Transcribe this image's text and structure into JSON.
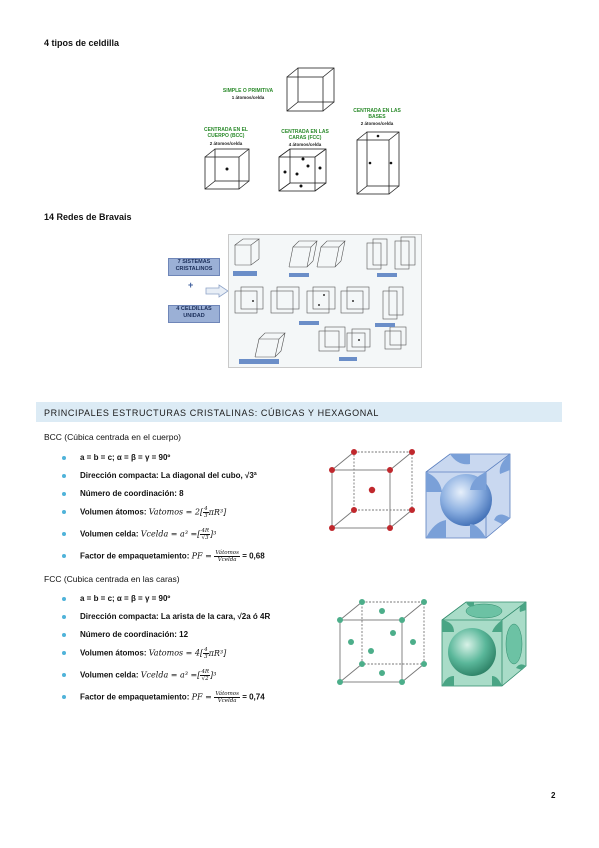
{
  "cell_types": {
    "heading": "4 tipos de celdilla",
    "simple": {
      "label": "SIMPLE O PRIMITIVA",
      "atoms": "1 átomos/celda"
    },
    "bcc": {
      "label": "CENTRADA EN EL CUERPO (BCC)",
      "atoms": "2 átomos/celda"
    },
    "fcc": {
      "label": "CENTRADA EN LAS CARAS (FCC)",
      "atoms": "4 átomos/celda"
    },
    "bases": {
      "label": "CENTRADA EN LAS BASES",
      "atoms": "2 átomos/celda"
    }
  },
  "bravais": {
    "heading": "14 Redes de Bravais",
    "box1": "7 SISTEMAS CRISTALINOS",
    "plus": "+",
    "box2": "4 CELDILLAS UNIDAD"
  },
  "section": {
    "title": "PRINCIPALES ESTRUCTURAS CRISTALINAS: CÚBICAS Y HEXAGONAL"
  },
  "bcc": {
    "heading": "BCC (Cúbica centrada en el cuerpo)",
    "p1": "a = b = c; α = β = γ = 90º",
    "p2": "Dirección compacta: La diagonal del cubo, √3ª",
    "p3": "Número de coordinación: 8",
    "p4_label": "Volumen átomos:",
    "p4_math": "Vatomos = 2",
    "p5_label": "Volumen celda:",
    "p5_math": "Vcelda = a³ =",
    "p6_label": "Factor de empaquetamiento:",
    "p6_value": "= 0,68"
  },
  "fcc": {
    "heading": "FCC (Cubica centrada en las caras)",
    "p1": "a = b = c; α = β = γ = 90º",
    "p2": "Dirección compacta: La arista de la cara, √2a ó 4R",
    "p3": "Número de coordinación: 12",
    "p4_label": "Volumen átomos:",
    "p4_math": "Vatomos = 4",
    "p5_label": "Volumen celda:",
    "p5_math": "Vcelda = a³ =",
    "p6_label": "Factor de empaquetamiento:",
    "p6_value": "= 0,74"
  },
  "page_number": "2",
  "colors": {
    "bcc_atom": "#c0282d",
    "fcc_atom": "#4cae8a",
    "bcc_sphere": "#8aaee0",
    "fcc_sphere": "#5ab79a",
    "bullet": "#4fb3d9",
    "section_bg": "#dcebf5"
  }
}
